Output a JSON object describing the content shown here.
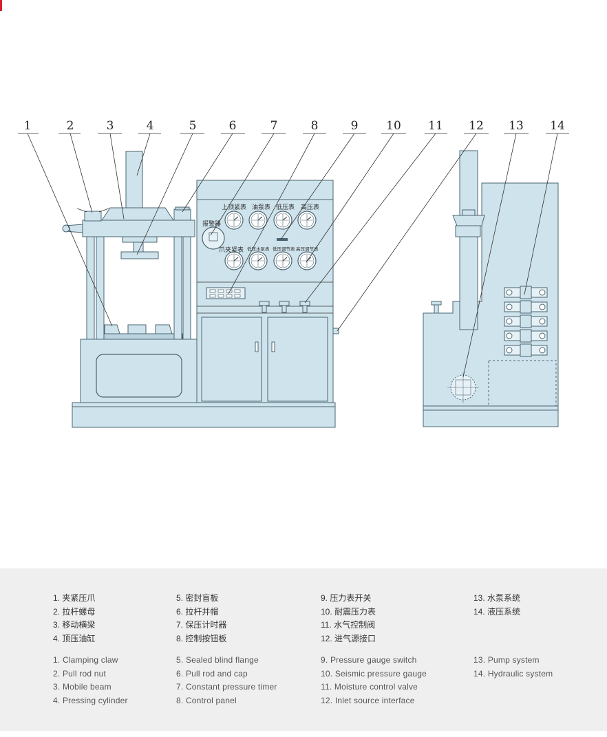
{
  "callouts": [
    "1",
    "2",
    "3",
    "4",
    "5",
    "6",
    "7",
    "8",
    "9",
    "10",
    "11",
    "12",
    "13",
    "14"
  ],
  "panel_labels": {
    "alarm": "报警器",
    "gauges_top": [
      "上顶紧表",
      "油泵表",
      "低压表",
      "高压表"
    ],
    "gauges_bottom": [
      "爪夹紧表",
      "低压水泵表",
      "低压调节表",
      "高压调节表"
    ]
  },
  "legend": {
    "col1_cn": [
      "1. 夹紧压爪",
      "2. 拉杆螺母",
      "3. 移动横梁",
      "4. 顶压油缸"
    ],
    "col2_cn": [
      "5. 密封盲板",
      "6. 拉杆并帽",
      "7. 保压计时器",
      "8. 控制按钮板"
    ],
    "col3_cn": [
      "9. 压力表开关",
      "10. 耐震压力表",
      "11. 水气控制阀",
      "12. 进气源接口"
    ],
    "col4_cn": [
      "13. 水泵系统",
      "14. 液压系统"
    ],
    "col1_en": [
      "1. Clamping claw",
      "2. Pull rod nut",
      "3. Mobile beam",
      "4. Pressing cylinder"
    ],
    "col2_en": [
      "5. Sealed blind flange",
      "6. Pull rod and cap",
      "7. Constant pressure timer",
      "8. Control panel"
    ],
    "col3_en": [
      "9. Pressure gauge switch",
      "10. Seismic pressure gauge",
      "11. Moisture control valve",
      "12. Inlet source interface"
    ],
    "col4_en": [
      "13. Pump system",
      "14. Hydraulic system"
    ]
  }
}
